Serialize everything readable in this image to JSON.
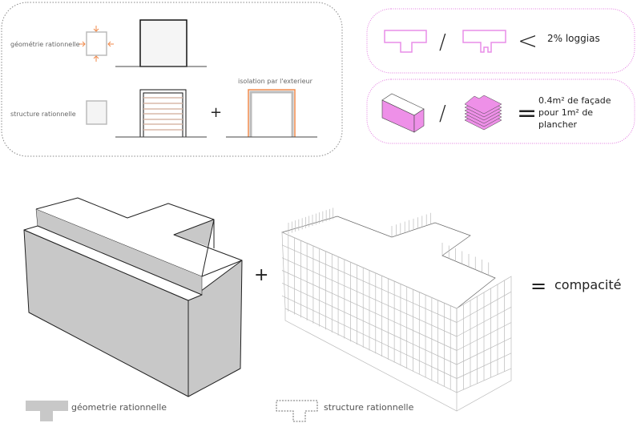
{
  "top_left_panel": {
    "row1_label": "géométrie rationnelle",
    "row2_label": "structure rationnelle",
    "plus": "+",
    "insulation_label": "isolation par l'exterieur"
  },
  "top_right_panel": {
    "loggia_slash": "/",
    "loggia_operator": "<",
    "loggia_text": "2% loggias",
    "facade_slash": "/",
    "facade_operator": "=",
    "facade_text_line1": "0.4m² de façade",
    "facade_text_line2": "pour 1m² de",
    "facade_text_line3": "plancher"
  },
  "main": {
    "plus": "+",
    "equals": "=",
    "result": "compacité"
  },
  "legend": {
    "solid_label": "géometrie rationnelle",
    "dashed_label": "structure rationnelle"
  },
  "colors": {
    "orange": "#f08a4b",
    "pink": "#e98ee8",
    "pink_dotted": "#e37de0",
    "massing_gray": "#c8c8c8"
  }
}
